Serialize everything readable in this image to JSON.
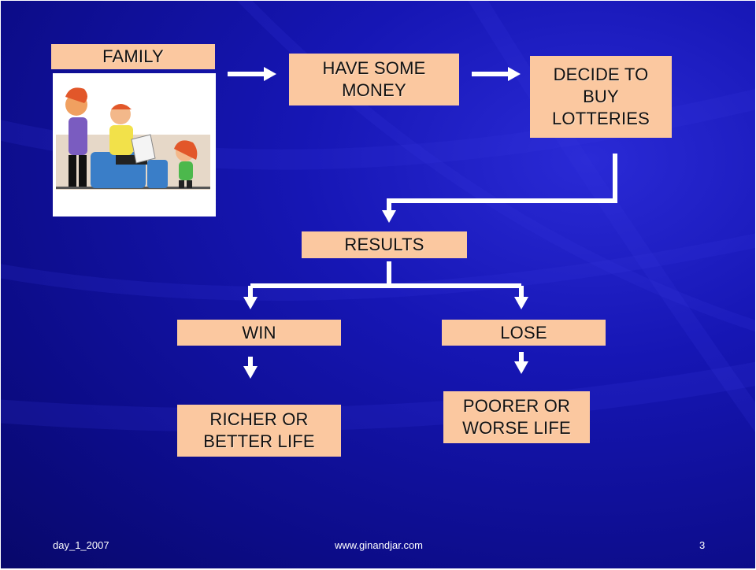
{
  "nodes": {
    "family": "FAMILY",
    "have_money": "HAVE SOME\nMONEY",
    "decide": "DECIDE TO\nBUY\nLOTTERIES",
    "results": "RESULTS",
    "win": "WIN",
    "lose": "LOSE",
    "richer": "RICHER OR\nBETTER LIFE",
    "poorer": "POORER OR\nWORSE LIFE"
  },
  "footer": {
    "left": "day_1_2007",
    "center": "www.ginandjar.com",
    "page": "3"
  },
  "colors": {
    "box": "#fbc8a0",
    "arrow": "#ffffff",
    "background": "#1616b4"
  },
  "image": {
    "icon": "family-cartoon-icon"
  }
}
